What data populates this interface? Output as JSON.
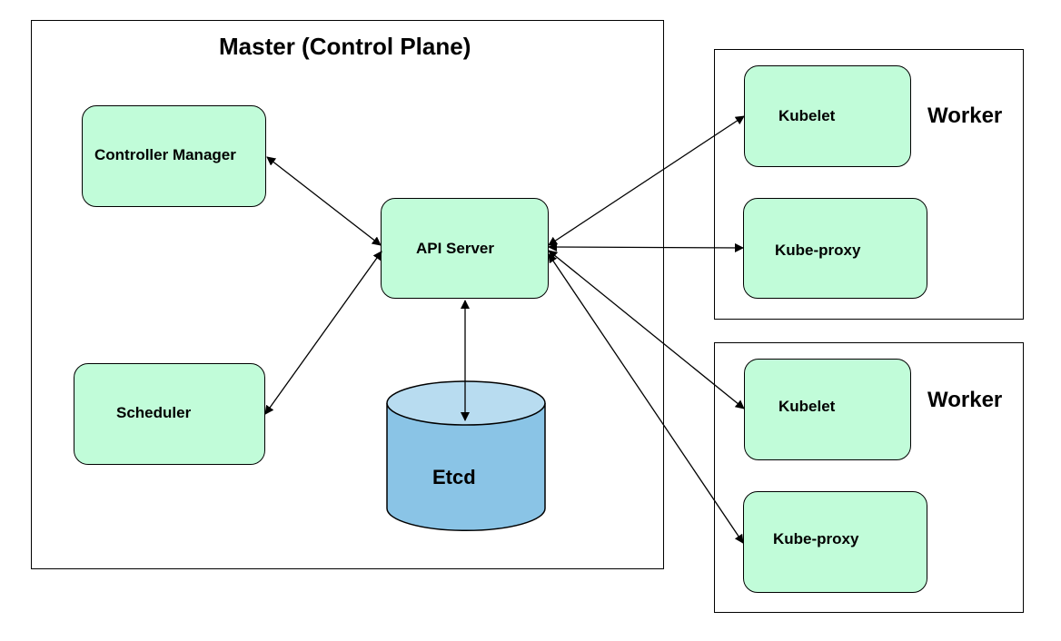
{
  "master": {
    "title": "Master (Control Plane)",
    "nodes": {
      "controller_manager": "Controller Manager",
      "api_server": "API Server",
      "scheduler": "Scheduler",
      "etcd": "Etcd"
    }
  },
  "workers": [
    {
      "title": "Worker",
      "kubelet": "Kubelet",
      "kube_proxy": "Kube-proxy"
    },
    {
      "title": "Worker",
      "kubelet": "Kubelet",
      "kube_proxy": "Kube-proxy"
    }
  ],
  "colors": {
    "node_fill": "#c1fcd9",
    "etcd_body": "#8ac4e6",
    "etcd_top": "#b8dcf0",
    "line": "#000000"
  }
}
